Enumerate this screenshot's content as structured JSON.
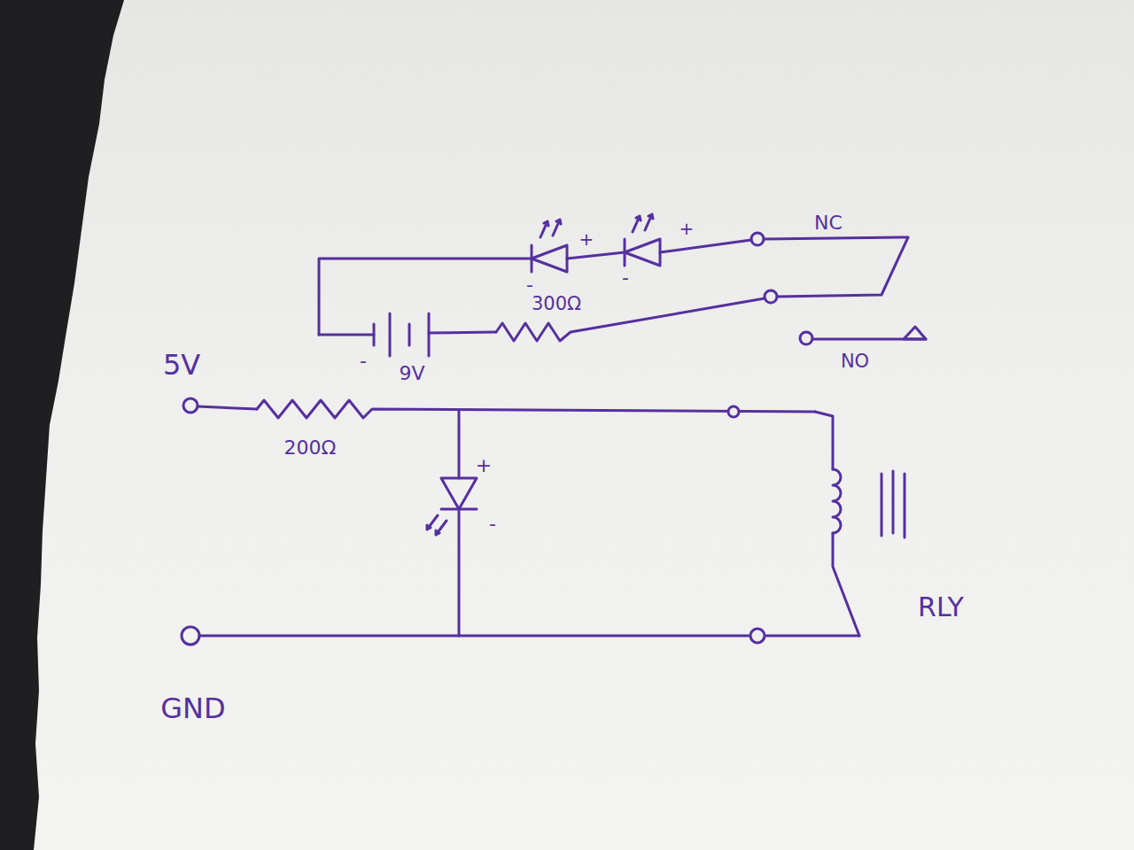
{
  "diagram": {
    "labels": [
      "NC",
      "+",
      "+",
      "-",
      "-",
      "300Ω",
      "-",
      "9V",
      "NO",
      "5V",
      "200Ω",
      "+",
      "-",
      "RLY",
      "GND"
    ]
  }
}
